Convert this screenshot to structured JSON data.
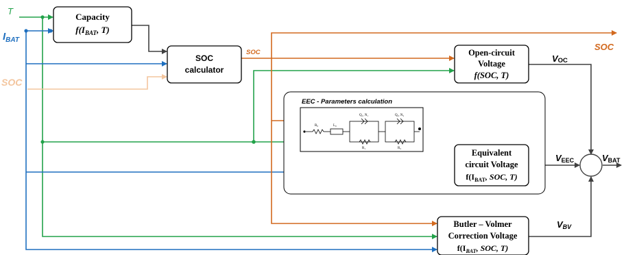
{
  "inputs": {
    "t_label": "T",
    "ibat_main": "I",
    "ibat_sub": "BAT",
    "soc_label": "SOC"
  },
  "blocks": {
    "capacity": {
      "line1": "Capacity",
      "line2_pre": "f(",
      "line2_i": "I",
      "line2_sub": "BAT",
      "line2_post": ", T)"
    },
    "soc_calc": {
      "line1": "SOC",
      "line2": "calculator"
    },
    "ocv": {
      "line1": "Open-circuit",
      "line2": "Voltage",
      "line3": "f(SOC, T)"
    },
    "eec_params": {
      "title": "EEC - Parameters calculation"
    },
    "eec_voltage": {
      "line1": "Equivalent",
      "line2": "circuit Voltage",
      "line3_pre": "f(I",
      "line3_sub": "BAT",
      "line3_post": ", SOC, T)"
    },
    "bv": {
      "line1": "Butler – Volmer",
      "line2": "Correction Voltage",
      "line3_pre": "f(I",
      "line3_sub": "BAT",
      "line3_post": ", SOC, T)"
    }
  },
  "circuit": {
    "r0": "R₀",
    "l0": "L₀",
    "q1n1": "Q₁, N₁",
    "r1": "R₁",
    "q2n2": "Q₂, N₂",
    "r2": "R₂"
  },
  "signals": {
    "soc_mid": "SOC",
    "soc_out": "SOC",
    "voc_main": "V",
    "voc_sub": "OC",
    "veec_main": "V",
    "veec_sub": "EEC",
    "vbat_main": "V",
    "vbat_sub": "BAT",
    "vbv_main": "V",
    "vbv_sub": "BV"
  },
  "colors": {
    "temperature": "#22a24a",
    "current": "#1e6fbf",
    "soc": "#d2691e",
    "soc_input": "#f3c59e",
    "voltage": "#404040"
  }
}
